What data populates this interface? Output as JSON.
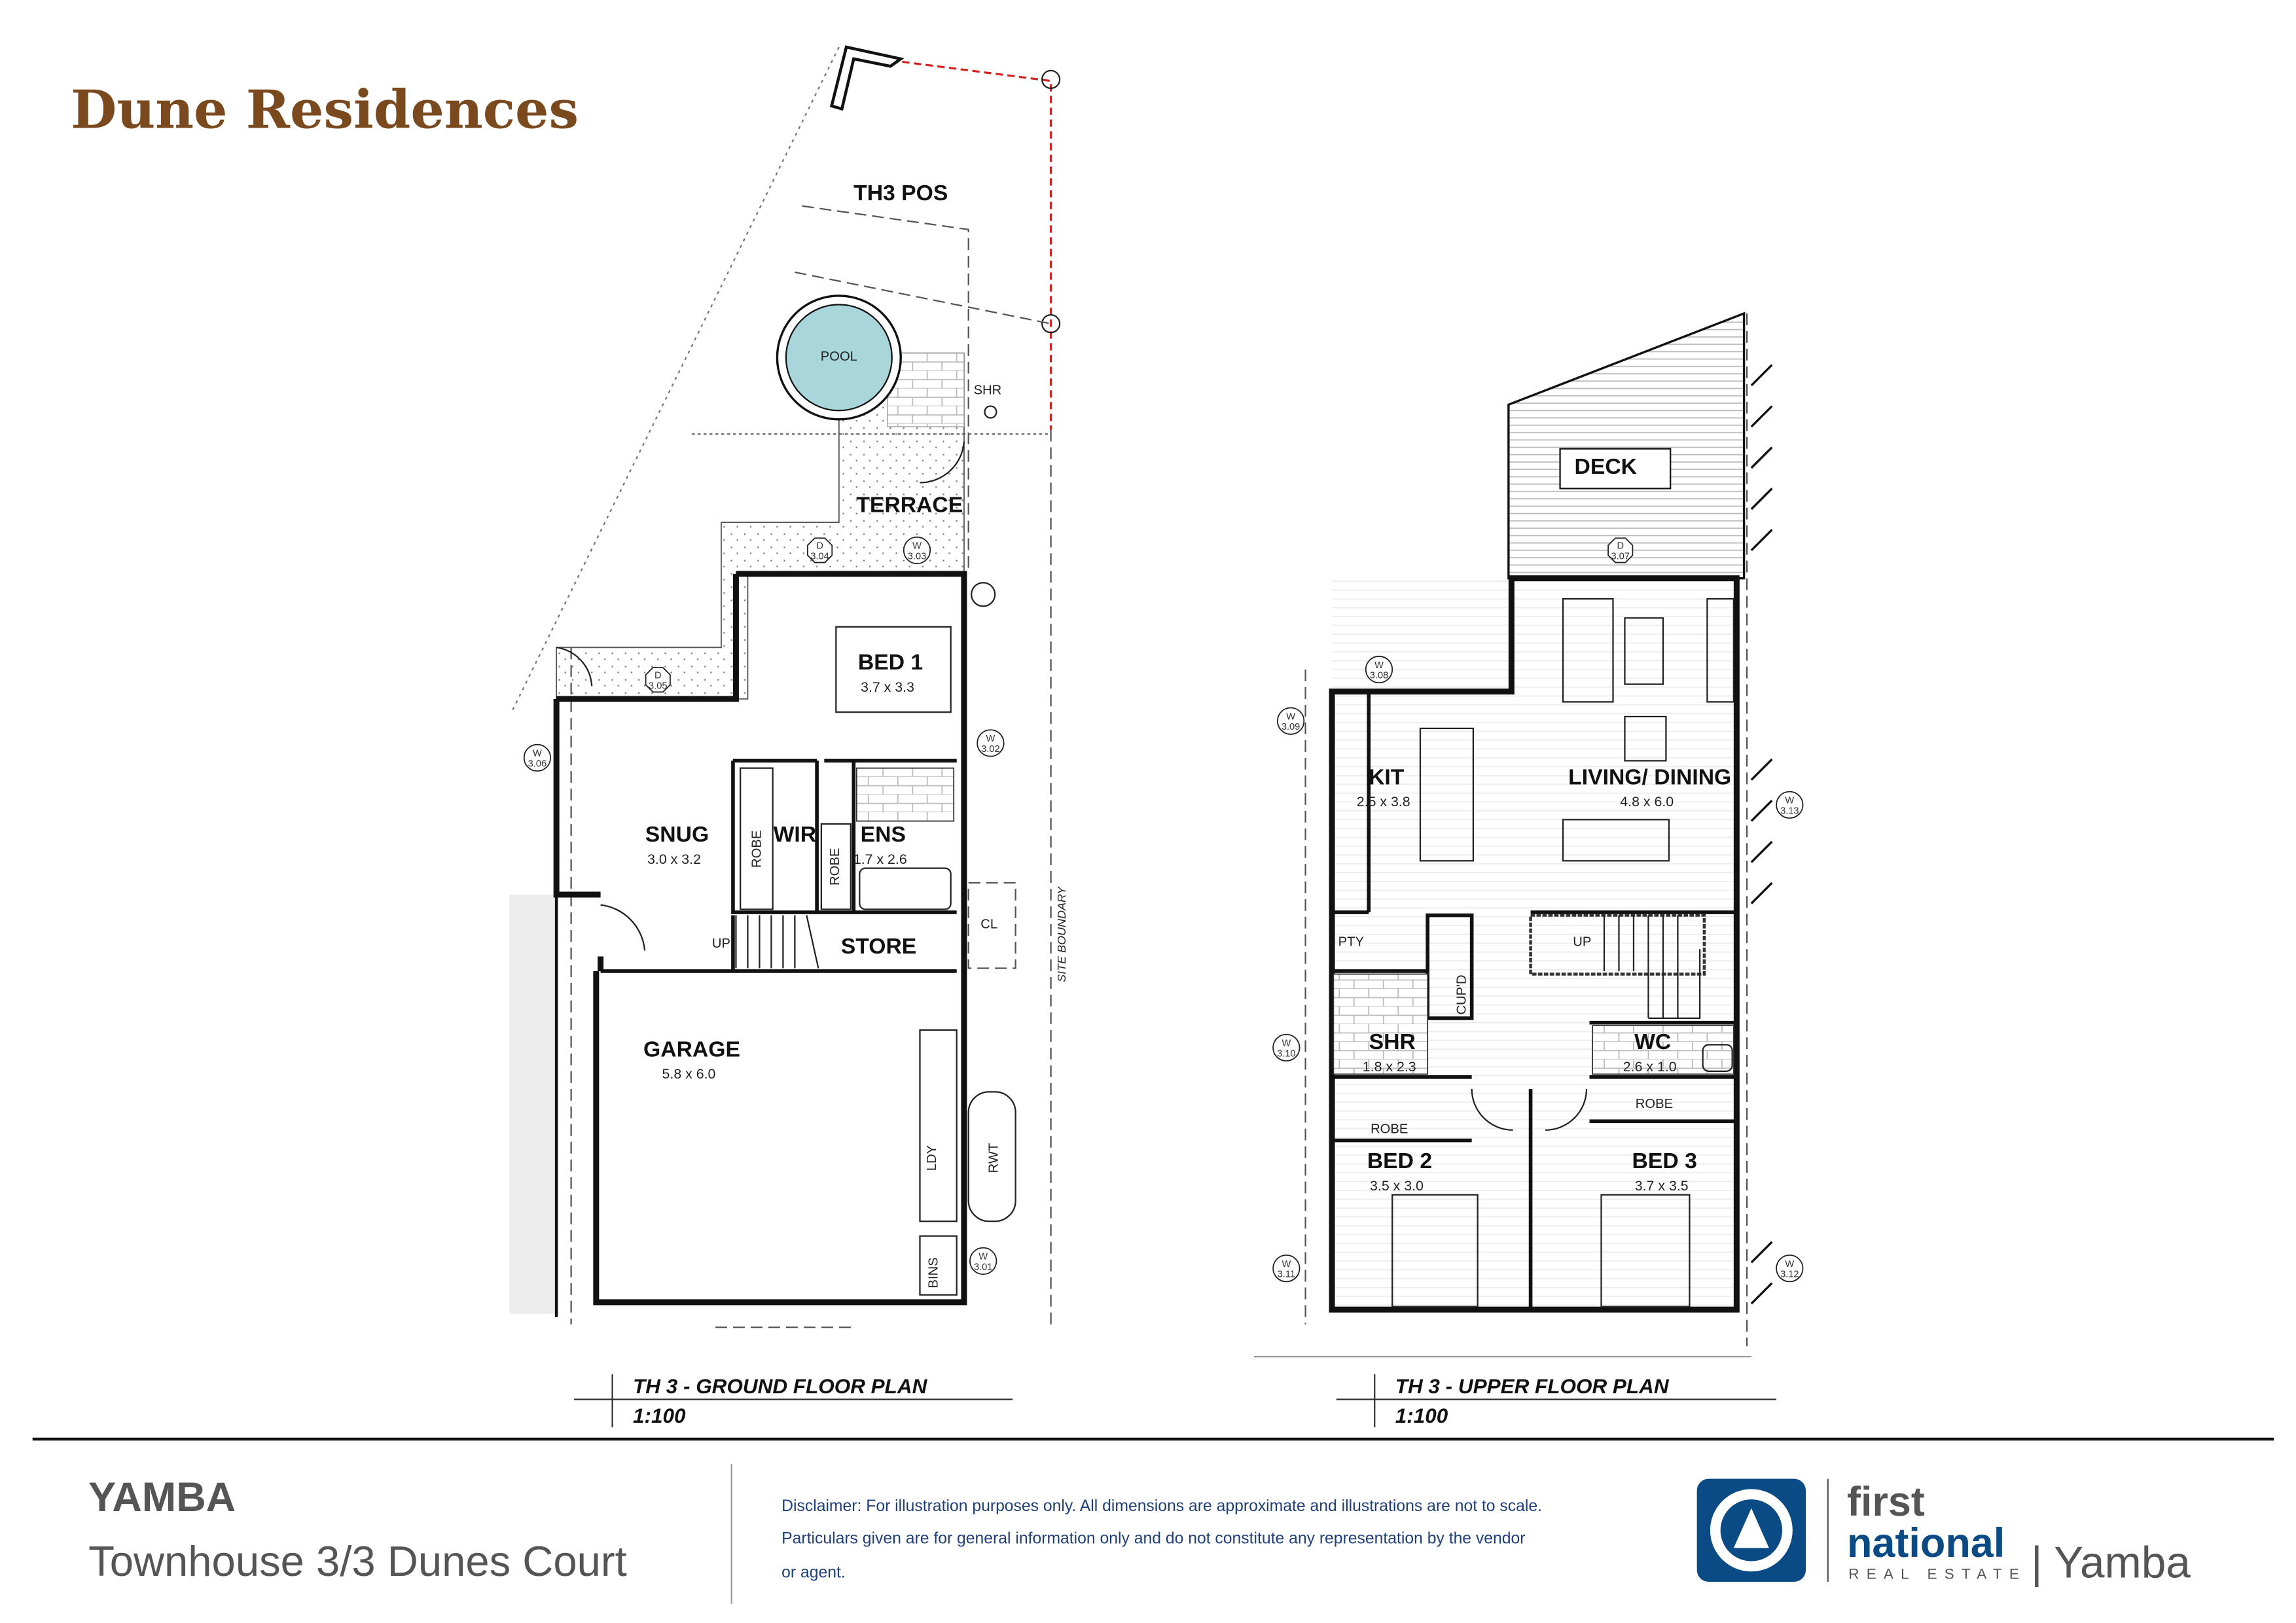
{
  "header": {
    "title": "Dune Residences"
  },
  "ground_floor": {
    "caption": "TH 3 - GROUND FLOOR PLAN",
    "scale": "1:100",
    "site_boundary_label": "SITE BOUNDARY",
    "rooms": {
      "pos": {
        "name": "TH3 POS"
      },
      "pool": {
        "name": "POOL"
      },
      "shr": {
        "name": "SHR"
      },
      "terrace": {
        "name": "TERRACE"
      },
      "bed1": {
        "name": "BED 1",
        "dims": "3.7 x 3.3"
      },
      "snug": {
        "name": "SNUG",
        "dims": "3.0 x 3.2"
      },
      "wir": {
        "name": "WIR"
      },
      "robe1": {
        "name": "ROBE"
      },
      "robe2": {
        "name": "ROBE"
      },
      "ens": {
        "name": "ENS",
        "dims": "1.7 x 2.6"
      },
      "store": {
        "name": "STORE"
      },
      "up": {
        "name": "UP"
      },
      "cl": {
        "name": "CL"
      },
      "garage": {
        "name": "GARAGE",
        "dims": "5.8 x 6.0"
      },
      "ldy": {
        "name": "LDY"
      },
      "rwt": {
        "name": "RWT"
      },
      "bins": {
        "name": "BINS"
      }
    },
    "tags": [
      {
        "type": "D",
        "num": "3.04"
      },
      {
        "type": "W",
        "num": "3.03"
      },
      {
        "type": "D",
        "num": "3.05"
      },
      {
        "type": "W",
        "num": "3.06"
      },
      {
        "type": "W",
        "num": "3.02"
      },
      {
        "type": "W",
        "num": "3.01"
      }
    ]
  },
  "upper_floor": {
    "caption": "TH 3 - UPPER FLOOR PLAN",
    "scale": "1:100",
    "rooms": {
      "deck": {
        "name": "DECK"
      },
      "kit": {
        "name": "KIT",
        "dims": "2.5 x 3.8"
      },
      "living": {
        "name": "LIVING/ DINING",
        "dims": "4.8 x 6.0"
      },
      "pty": {
        "name": "PTY"
      },
      "cupd": {
        "name": "CUP'D"
      },
      "up": {
        "name": "UP"
      },
      "shr": {
        "name": "SHR",
        "dims": "1.8 x 2.3"
      },
      "wc": {
        "name": "WC",
        "dims": "2.6 x 1.0"
      },
      "robe_a": {
        "name": "ROBE"
      },
      "robe_b": {
        "name": "ROBE"
      },
      "bed2": {
        "name": "BED 2",
        "dims": "3.5 x 3.0"
      },
      "bed3": {
        "name": "BED 3",
        "dims": "3.7 x 3.5"
      }
    },
    "tags": [
      {
        "type": "D",
        "num": "3.07"
      },
      {
        "type": "W",
        "num": "3.08"
      },
      {
        "type": "W",
        "num": "3.09"
      },
      {
        "type": "W",
        "num": "3.13"
      },
      {
        "type": "W",
        "num": "3.10"
      },
      {
        "type": "W",
        "num": "3.11"
      },
      {
        "type": "W",
        "num": "3.12"
      }
    ]
  },
  "footer": {
    "location": "YAMBA",
    "address": "Townhouse 3/3 Dunes Court",
    "disclaimer": [
      "Disclaimer: For illustration purposes only. All dimensions are approximate and illustrations are not to scale.",
      "Particulars given are for general information only and do not constitute any representation by the vendor",
      "or agent."
    ],
    "logo": {
      "line1": "first",
      "line2": "national",
      "line3": "REAL ESTATE",
      "office": "| Yamba"
    }
  },
  "colors": {
    "title": "#7a4a1e",
    "brand_blue": "#0a4a85",
    "pool": "#a9d6da",
    "boundary": "#d62020"
  }
}
